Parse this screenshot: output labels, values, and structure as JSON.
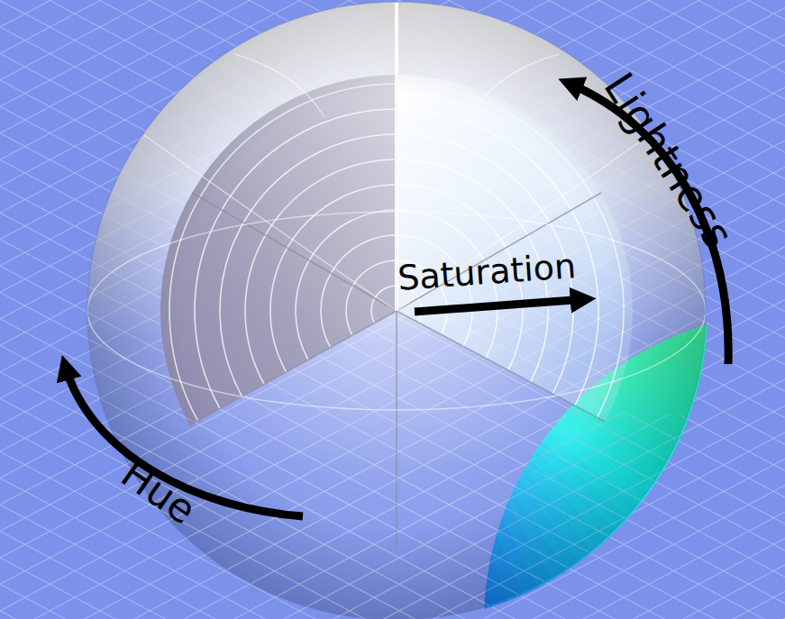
{
  "diagram": {
    "labels": [
      "Lightness",
      "Saturation",
      "Hue"
    ]
  }
}
